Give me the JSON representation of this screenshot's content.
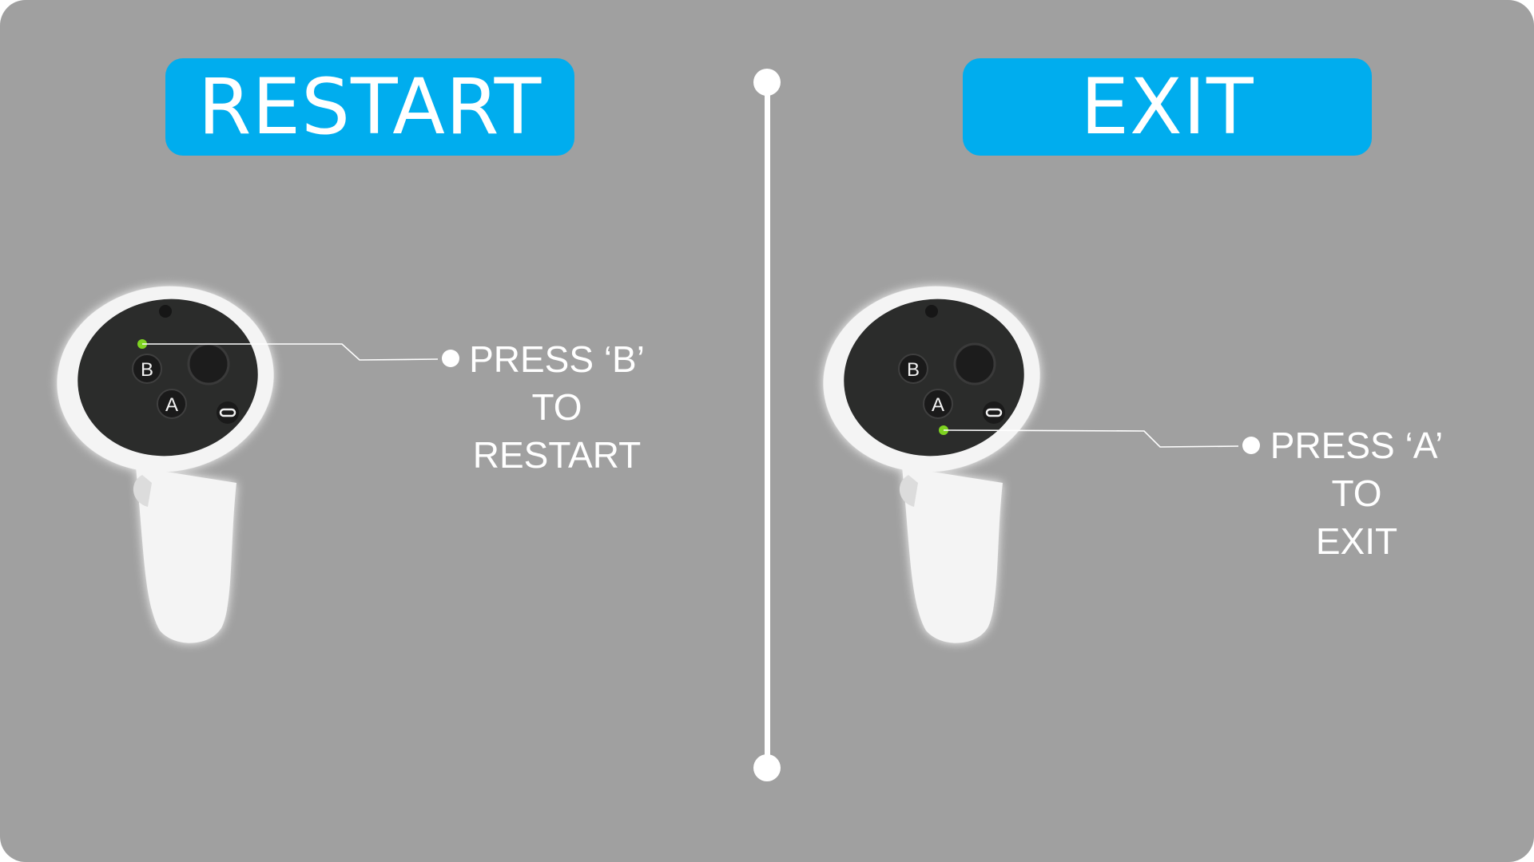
{
  "colors": {
    "background": "#a0a0a0",
    "title_pill": "#00adee",
    "title_text": "#ffffff",
    "indicator": "#7ed321",
    "controller_face": "#2b2c2b",
    "controller_body": "#f4f4f4"
  },
  "restart": {
    "title": "RESTART",
    "instruction_line1": "PRESS ‘B’",
    "instruction_line2": "TO",
    "instruction_line3": "RESTART",
    "button_b_label": "B",
    "button_a_label": "A",
    "highlighted_button": "B"
  },
  "exit": {
    "title": "EXIT",
    "instruction_line1": "PRESS ‘A’",
    "instruction_line2": "TO",
    "instruction_line3": "EXIT",
    "button_b_label": "B",
    "button_a_label": "A",
    "highlighted_button": "A"
  }
}
